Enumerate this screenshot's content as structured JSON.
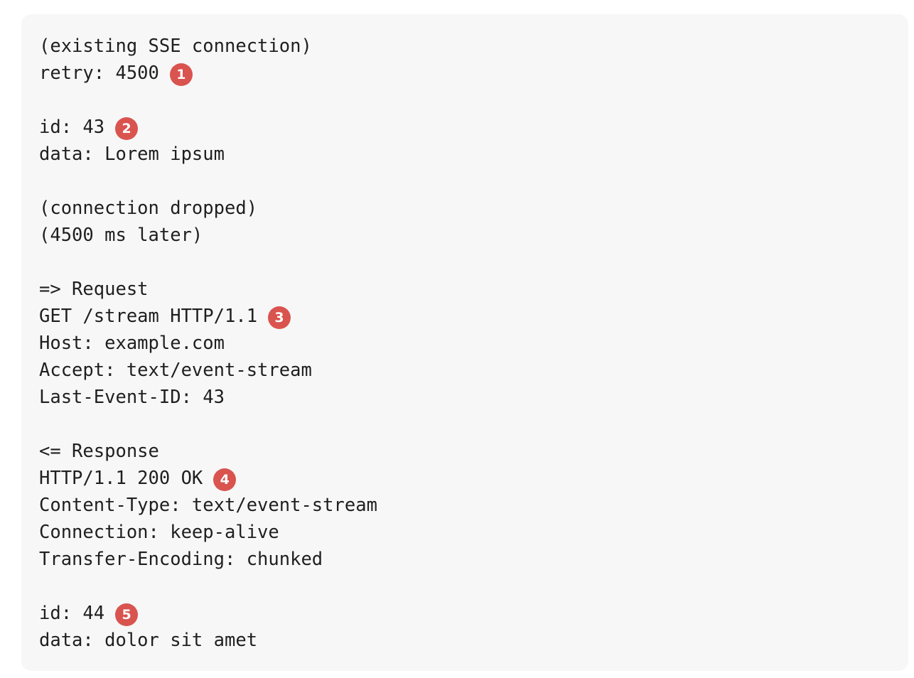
{
  "code": {
    "lines": [
      {
        "text": "(existing SSE connection)",
        "callout": ""
      },
      {
        "text": "retry: 4500",
        "callout": "1"
      },
      {
        "text": "",
        "callout": ""
      },
      {
        "text": "id: 43",
        "callout": "2"
      },
      {
        "text": "data: Lorem ipsum",
        "callout": ""
      },
      {
        "text": "",
        "callout": ""
      },
      {
        "text": "(connection dropped)",
        "callout": ""
      },
      {
        "text": "(4500 ms later)",
        "callout": ""
      },
      {
        "text": "",
        "callout": ""
      },
      {
        "text": "=> Request",
        "callout": ""
      },
      {
        "text": "GET /stream HTTP/1.1",
        "callout": "3"
      },
      {
        "text": "Host: example.com",
        "callout": ""
      },
      {
        "text": "Accept: text/event-stream",
        "callout": ""
      },
      {
        "text": "Last-Event-ID: 43",
        "callout": ""
      },
      {
        "text": "",
        "callout": ""
      },
      {
        "text": "<= Response",
        "callout": ""
      },
      {
        "text": "HTTP/1.1 200 OK",
        "callout": "4"
      },
      {
        "text": "Content-Type: text/event-stream",
        "callout": ""
      },
      {
        "text": "Connection: keep-alive",
        "callout": ""
      },
      {
        "text": "Transfer-Encoding: chunked",
        "callout": ""
      },
      {
        "text": "",
        "callout": ""
      },
      {
        "text": "id: 44",
        "callout": "5"
      },
      {
        "text": "data: dolor sit amet",
        "callout": ""
      }
    ]
  },
  "colors": {
    "callout_bg": "#d9534f",
    "block_bg": "#f7f7f7",
    "text": "#1f1f1f"
  }
}
